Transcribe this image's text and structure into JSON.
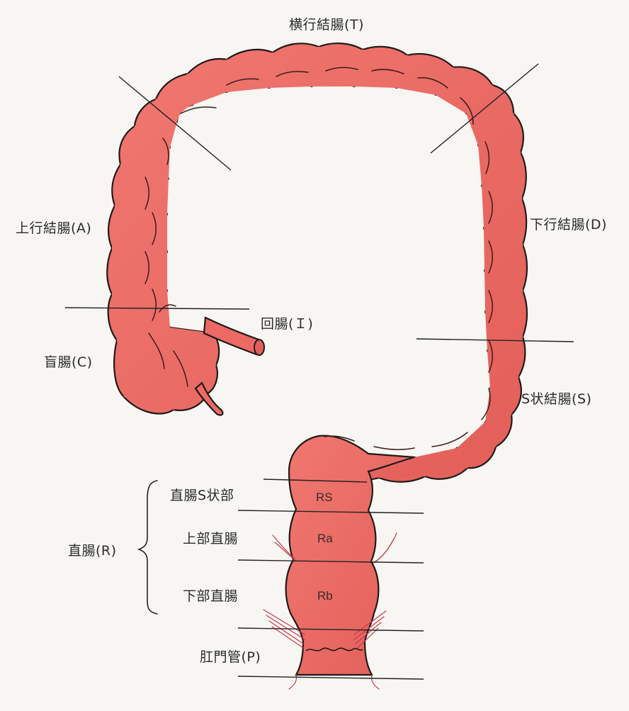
{
  "labels": {
    "transverse": "横行結腸(T)",
    "ascending": "上行結腸(A)",
    "descending": "下行結腸(D)",
    "ileum": "回腸(Ｉ)",
    "cecum": "盲腸(C)",
    "sigmoid": "S状結腸(S)",
    "rectum": "直腸(R)",
    "rectosigmoid": "直腸S状部",
    "upper_rectum": "上部直腸",
    "lower_rectum": "下部直腸",
    "anal_canal": "肛門管(P)"
  },
  "segments": {
    "rs": "RS",
    "ra": "Ra",
    "rb": "Rb"
  },
  "colors": {
    "tissue": "#ec6a63",
    "outline": "#1f1a1a",
    "line": "#222222",
    "nerve": "#c8384a",
    "background": "#f7f6f3"
  }
}
